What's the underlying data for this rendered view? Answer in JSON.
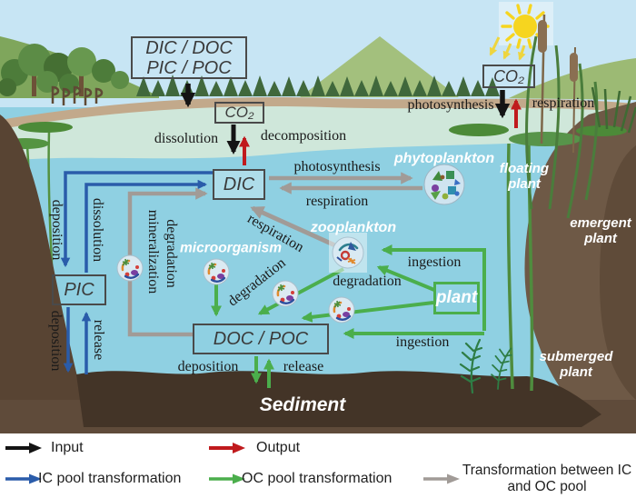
{
  "boxes": {
    "surface_pool_line1": "DIC / DOC",
    "surface_pool_line2": "PIC / POC",
    "co2_air": "CO₂",
    "co2_lake": "CO₂",
    "dic": "DIC",
    "pic": "PIC",
    "doc_poc": "DOC / POC",
    "plant": "plant"
  },
  "labels": {
    "dissolution": "dissolution",
    "decomposition": "decomposition",
    "photosynthesis_air": "photosynthesis",
    "respiration_air": "respiration",
    "photosynthesis": "photosynthesis",
    "respiration": "respiration",
    "respiration_zooplankton": "respiration",
    "degradation_zooplankton": "degradation",
    "degradation_plant": "degradation",
    "ingestion_zooplankton": "ingestion",
    "ingestion_doc": "ingestion",
    "deposition_dic_pic": "deposition",
    "dissolution_pic_dic": "dissolution",
    "mineralization": "mineralization",
    "degradation_doc_dic": "degradation",
    "deposition_pic_sediment": "deposition",
    "release_sediment_pic": "release",
    "deposition_doc_sediment": "deposition",
    "release_sediment_doc": "release"
  },
  "organisms": {
    "phytoplankton": "phytoplankton",
    "zooplankton": "zooplankton",
    "microorganism": "microorganism",
    "floating_plant": "floating plant",
    "emergent_plant": "emergent plant",
    "submerged_plant": "submerged plant"
  },
  "sediment_label": "Sediment",
  "legend": {
    "items": [
      {
        "label": "Input",
        "color": "#141414"
      },
      {
        "label": "Output",
        "color": "#c01a1d"
      },
      {
        "label": "IC pool transformation",
        "color": "#2a5caa"
      },
      {
        "label": "OC pool transformation",
        "color": "#4bae4c"
      },
      {
        "label": "Transformation between IC and OC pool",
        "color": "#a19b97"
      }
    ]
  }
}
